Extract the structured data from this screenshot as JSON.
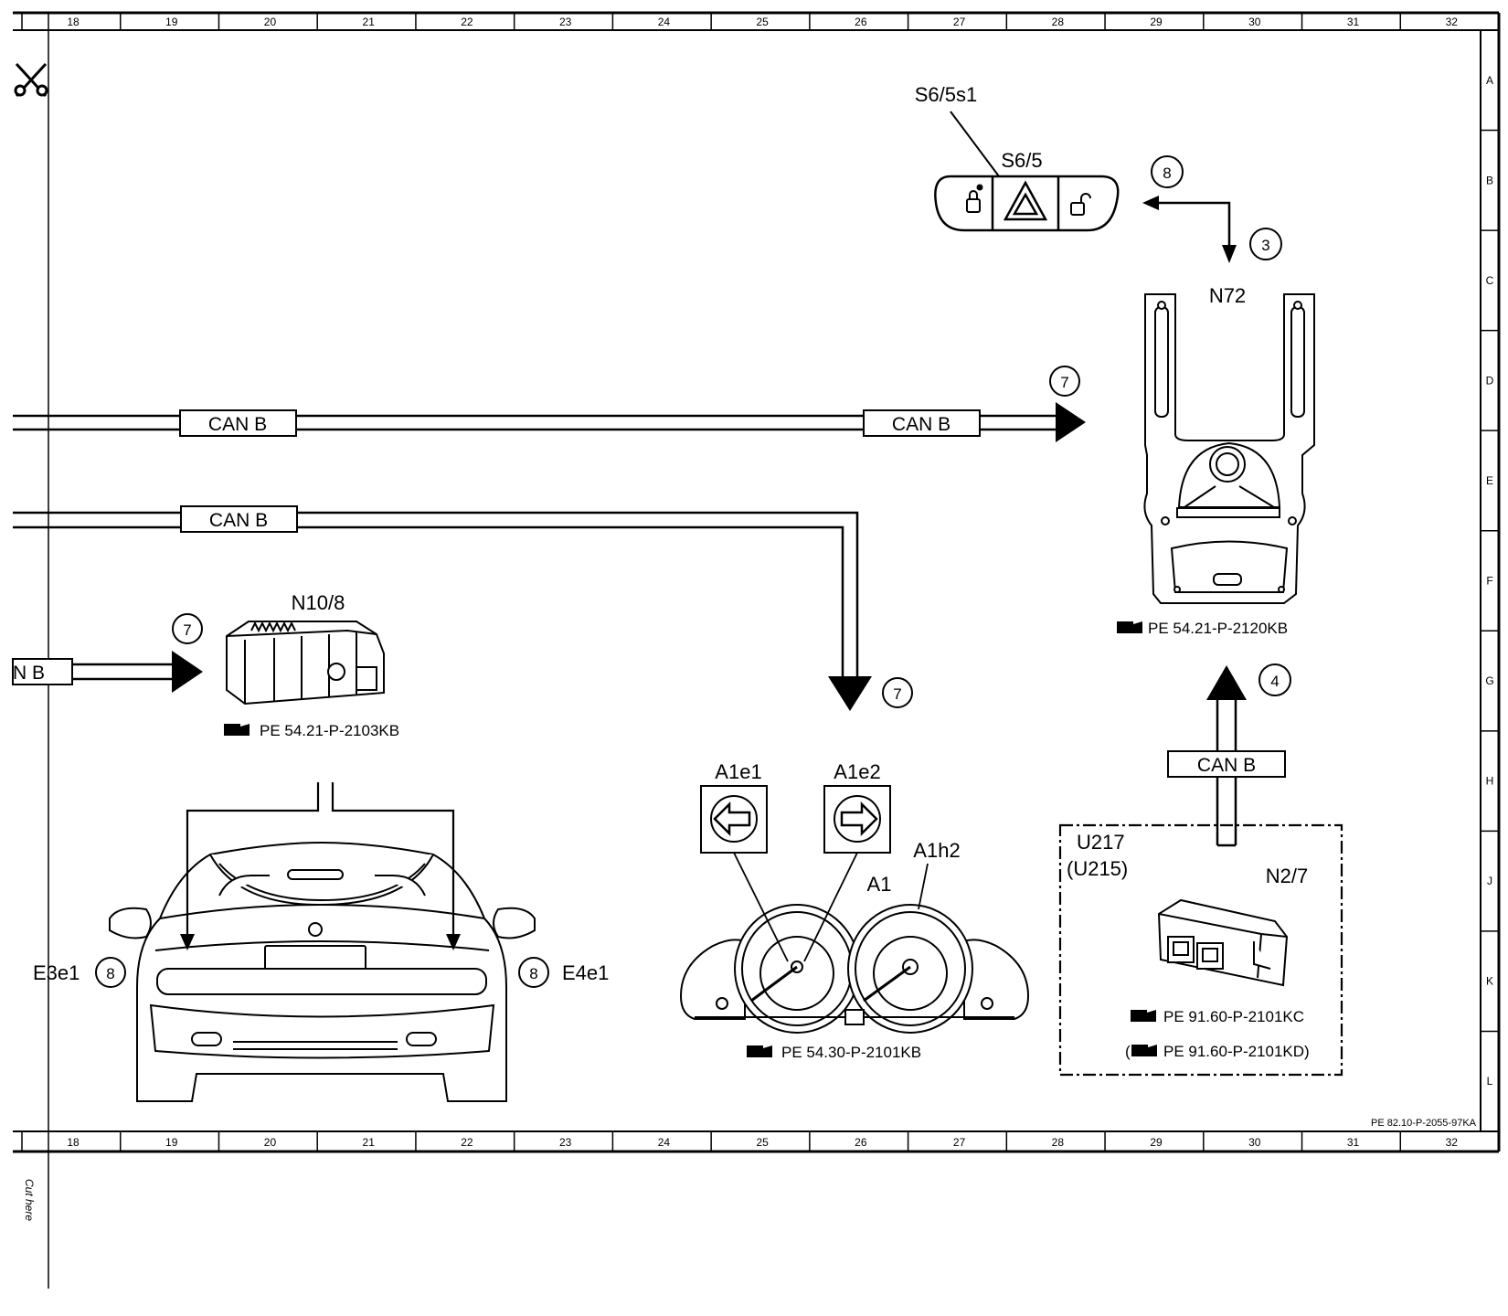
{
  "grid": {
    "columns": [
      "18",
      "19",
      "20",
      "21",
      "22",
      "23",
      "24",
      "25",
      "26",
      "27",
      "28",
      "29",
      "30",
      "31",
      "32"
    ],
    "rows": [
      "A",
      "B",
      "C",
      "D",
      "E",
      "F",
      "G",
      "H",
      "J",
      "K",
      "L"
    ]
  },
  "cut_here": "Cut here",
  "footer_ref": "PE 82.10-P-2055-97KA",
  "bus": {
    "can_b": "CAN B",
    "can_b_partial": "N B"
  },
  "components": {
    "s6_5s1": "S6/5s1",
    "s6_5": "S6/5",
    "n72": "N72",
    "n72_ref": "PE 54.21-P-2120KB",
    "n10_8": "N10/8",
    "n10_8_ref": "PE 54.21-P-2103KB",
    "a1e1": "A1e1",
    "a1e2": "A1e2",
    "a1h2": "A1h2",
    "a1": "A1",
    "a1_ref": "PE 54.30-P-2101KB",
    "u217": "U217",
    "u215": "(U215)",
    "n2_7": "N2/7",
    "n2_7_ref1": "PE 91.60-P-2101KC",
    "n2_7_ref2": "PE 91.60-P-2101KD)",
    "n2_7_ref2_open": "(",
    "e3e1": "E3e1",
    "e4e1": "E4e1"
  },
  "callouts": {
    "c8_top": "8",
    "c3": "3",
    "c7_top": "7",
    "c7_left": "7",
    "c7_mid": "7",
    "c4": "4",
    "c8_left": "8",
    "c8_right": "8"
  }
}
